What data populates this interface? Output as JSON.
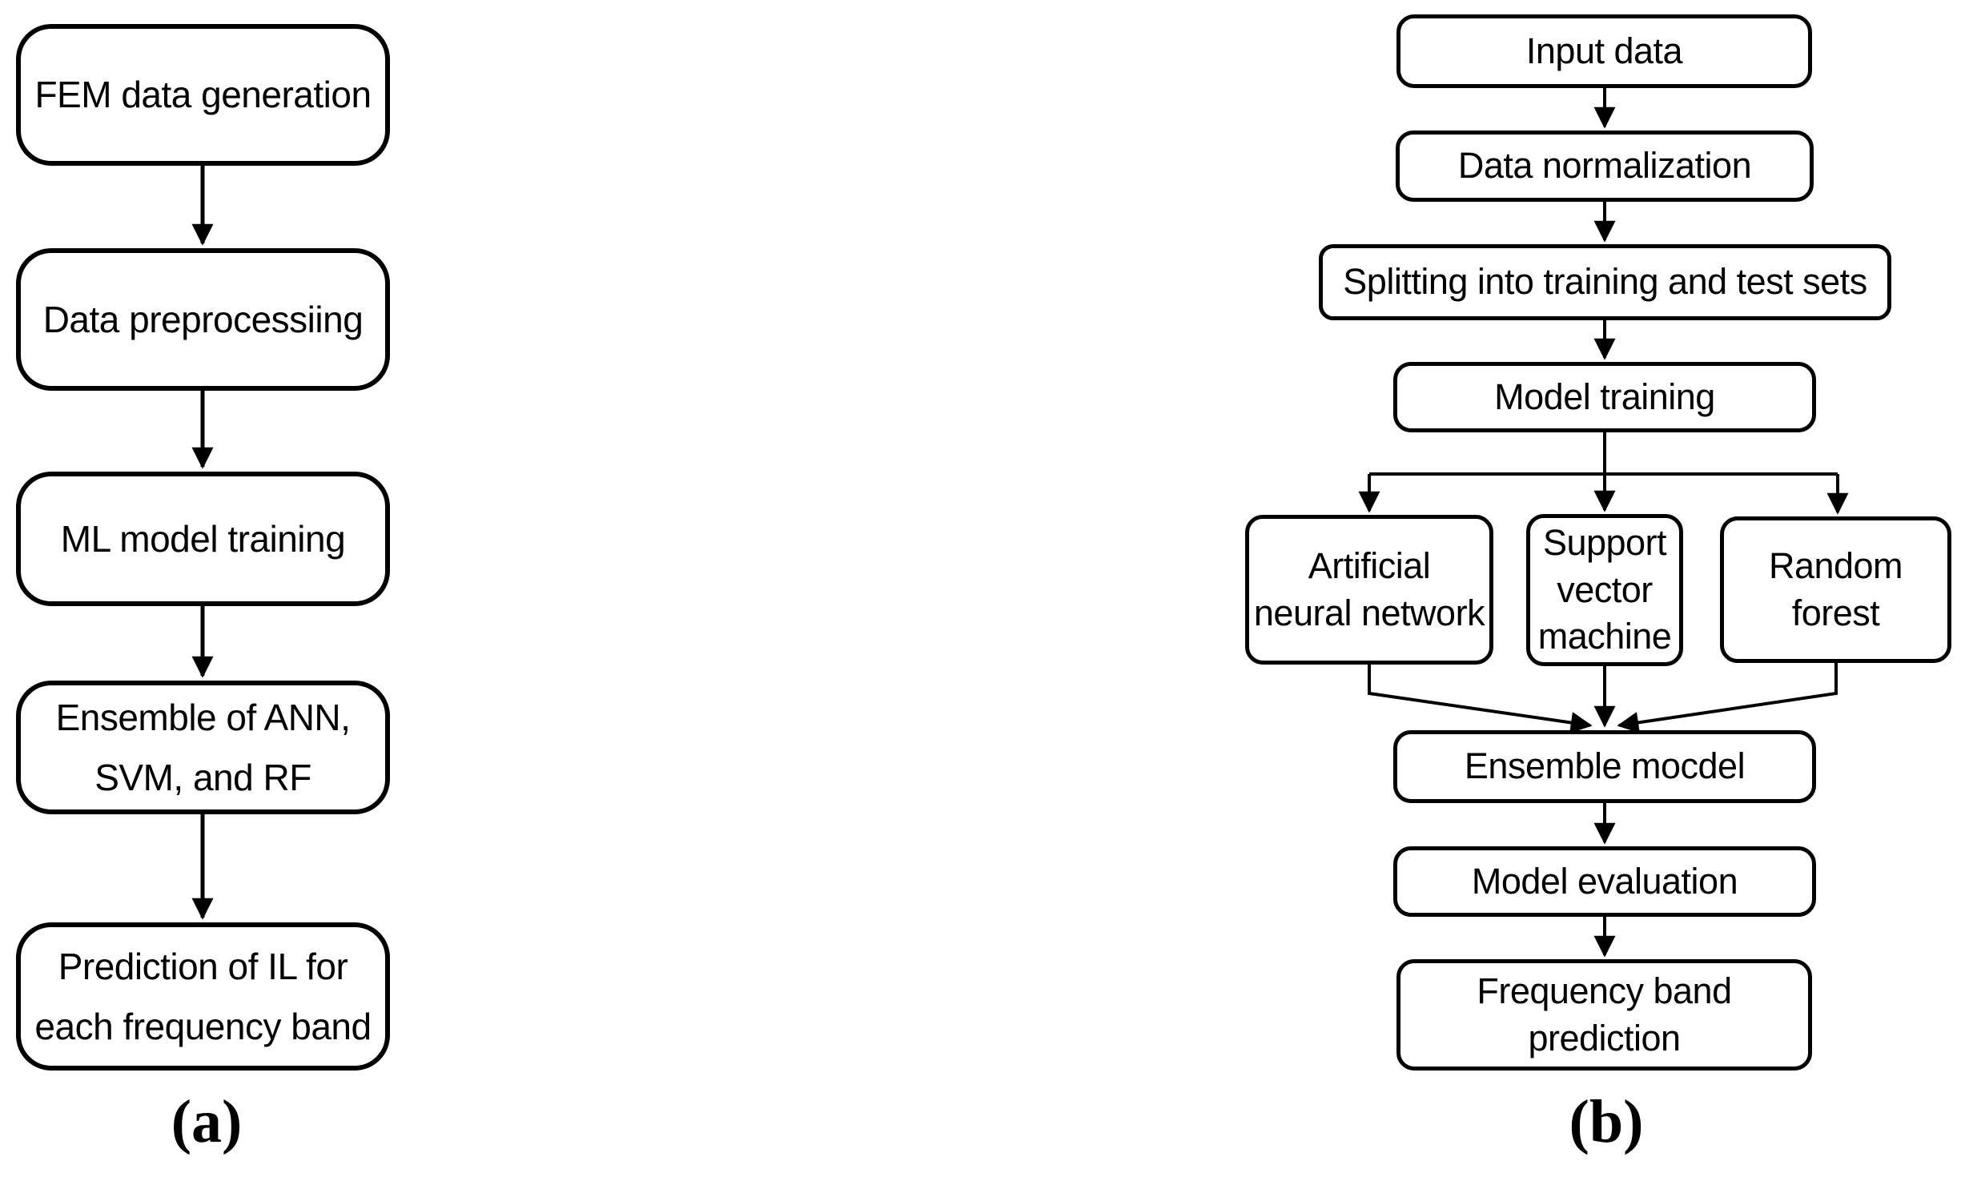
{
  "colors": {
    "ink": "#000000",
    "paper": "#ffffff"
  },
  "panel_a": {
    "label": "(a)",
    "steps": [
      "FEM data generation",
      "Data preprocessiing",
      "ML model training",
      "Ensemble of ANN,\nSVM, and RF",
      "Prediction of IL for\neach frequency band"
    ]
  },
  "panel_b": {
    "label": "(b)",
    "steps": [
      "Input data",
      "Data normalization",
      "Splitting into training and test sets",
      "Model training",
      "Artificial\nneural network",
      "Support\nvector\nmachine",
      "Random\nforest",
      "Ensemble mocdel",
      "Model evaluation",
      "Frequency band\nprediction"
    ]
  }
}
